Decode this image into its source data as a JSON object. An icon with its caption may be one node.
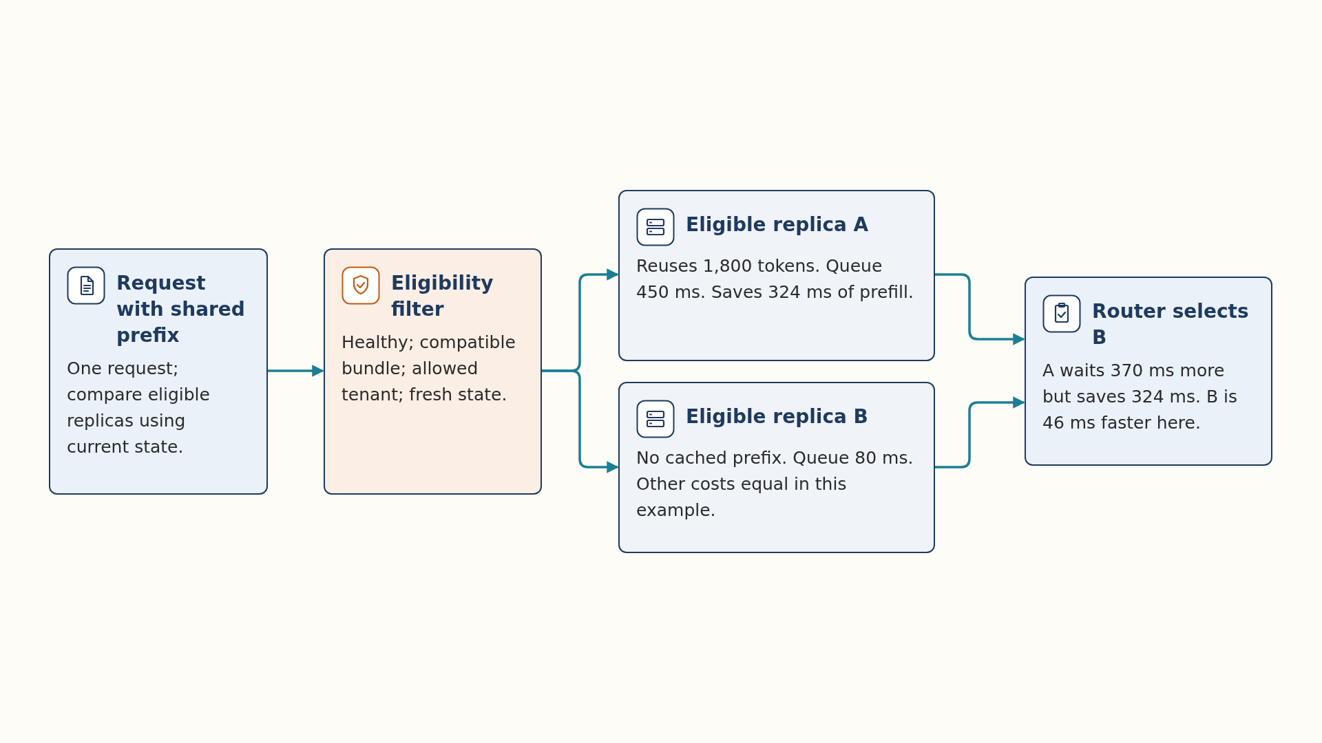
{
  "diagram": {
    "nodes": [
      {
        "text": [
          "Request with shared prefix",
          "One request; compare eligible replicas using current state."
        ]
      },
      {
        "text": [
          "Eligibility filter",
          "Healthy; compatible bundle; allowed tenant; fresh state."
        ]
      },
      {
        "text": [
          "Eligible replica A",
          "Reuses 1,800 tokens. Queue 450 ms. Saves 324 ms of prefill."
        ]
      },
      {
        "text": [
          "Eligible replica B",
          "No cached prefix. Queue 80 ms. Other costs equal in this example."
        ]
      },
      {
        "text": [
          "Router selects B",
          "A waits 370 ms more but saves 324 ms. B is 46 ms faster here."
        ]
      }
    ],
    "edges": [
      {
        "from": 0,
        "to": 1,
        "arrow": "to"
      },
      {
        "from": 1,
        "to": 2,
        "arrow": "to"
      },
      {
        "from": 1,
        "to": 3,
        "arrow": "to"
      },
      {
        "from": 2,
        "to": 4,
        "arrow": "to"
      },
      {
        "from": 3,
        "to": 4,
        "arrow": "to"
      }
    ]
  }
}
